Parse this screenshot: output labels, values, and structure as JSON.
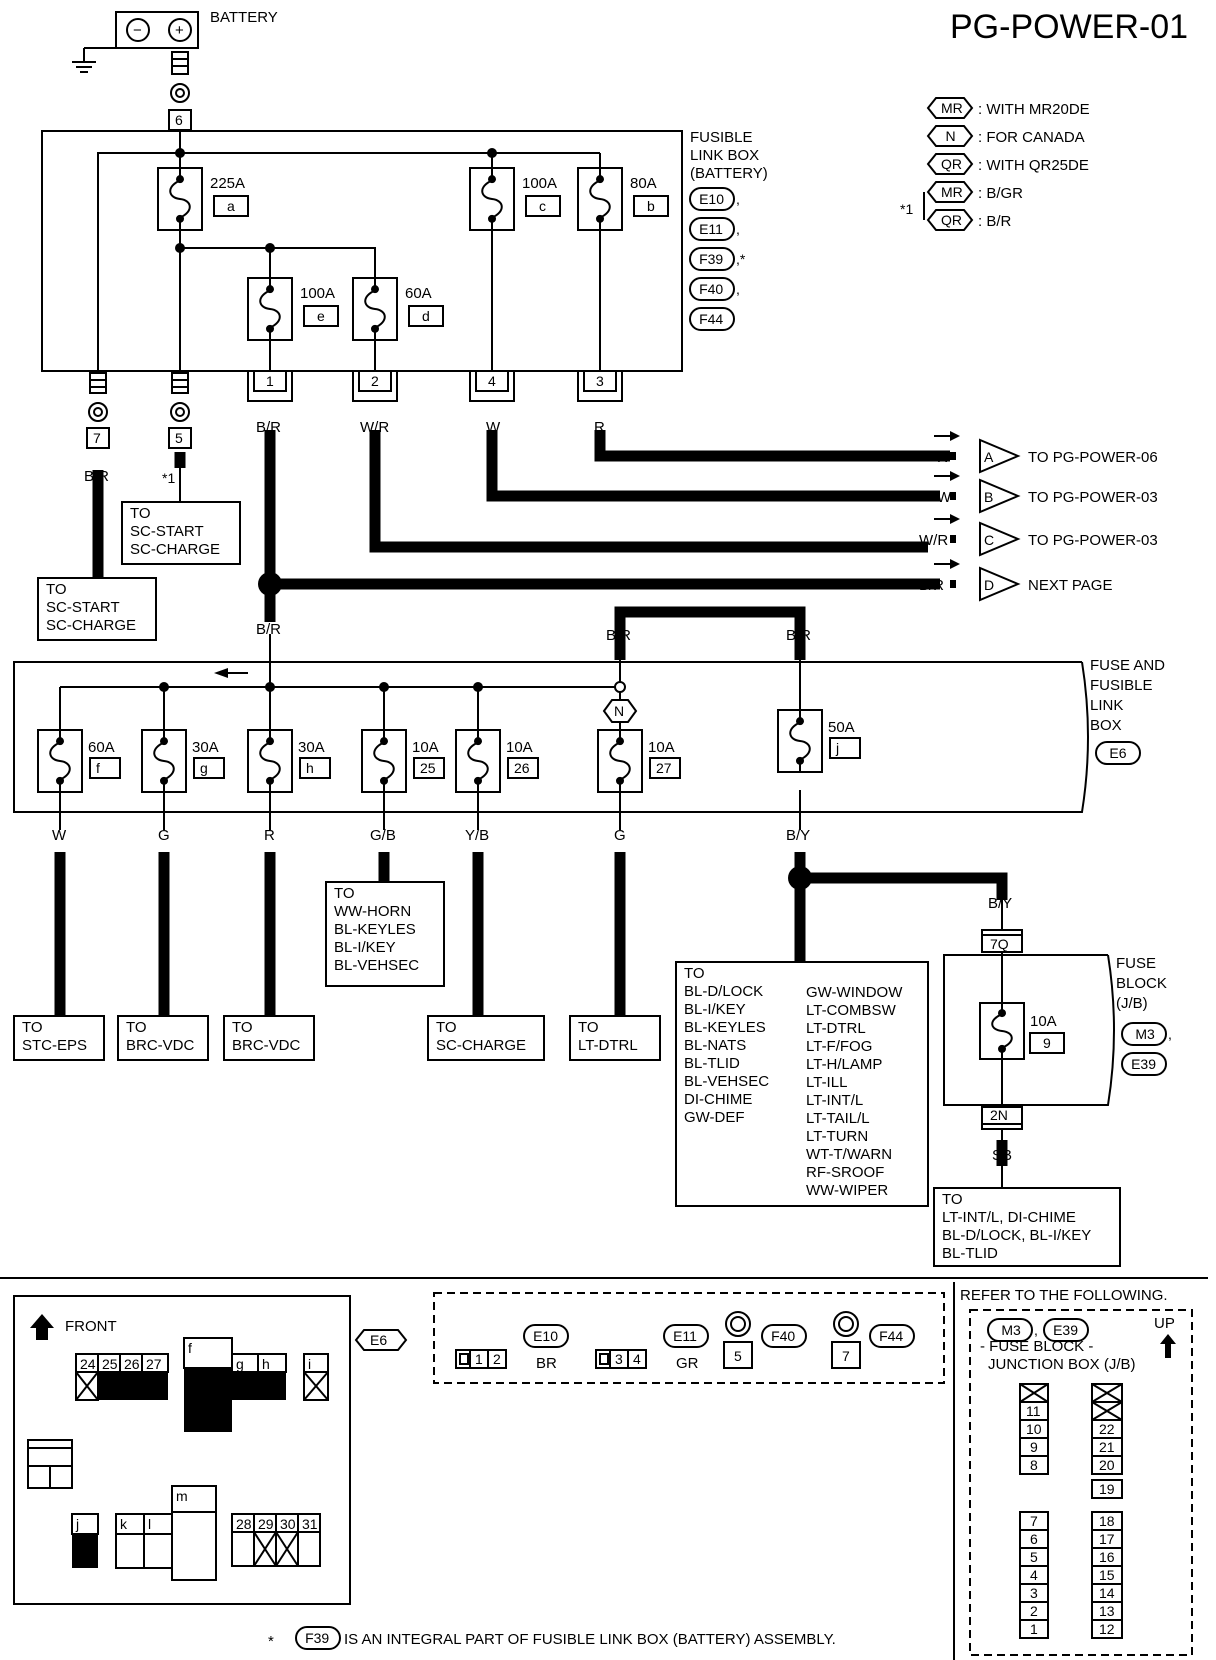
{
  "page_id": "PG-POWER-01",
  "battery": {
    "label": "BATTERY",
    "minus": "−",
    "plus": "+"
  },
  "legend": [
    {
      "code": "MR",
      "text": ": WITH MR20DE"
    },
    {
      "code": "N",
      "text": ": FOR CANADA"
    },
    {
      "code": "QR",
      "text": ": WITH QR25DE"
    },
    {
      "code": "MR",
      "text": ": B/GR"
    },
    {
      "code": "QR",
      "text": ": B/R"
    }
  ],
  "legend_note_mark": "*1",
  "fusible_link_box": {
    "title_lines": [
      "FUSIBLE",
      "LINK BOX",
      "(BATTERY)"
    ],
    "connectors": [
      "E10",
      "E11",
      "F39",
      "F40",
      "F44"
    ],
    "connector_suffixes": [
      ",",
      ",",
      ",*",
      ",",
      ""
    ],
    "fuses": [
      {
        "amps": "225A",
        "id": "a"
      },
      {
        "amps": "100A",
        "id": "c"
      },
      {
        "amps": "80A",
        "id": "b"
      },
      {
        "amps": "100A",
        "id": "e"
      },
      {
        "amps": "60A",
        "id": "d"
      }
    ],
    "terminals": [
      "6",
      "7",
      "5",
      "1",
      "2",
      "4",
      "3"
    ]
  },
  "wire_colors": {
    "t7": "B/R",
    "t1": "B/R",
    "t2": "W/R",
    "t4": "W",
    "t3": "R",
    "junction_below": "B/R",
    "jb_left": "B/R",
    "jb_right": "B/R",
    "f": "W",
    "g": "G",
    "h": "R",
    "f25": "G/B",
    "f26": "Y/B",
    "f27": "G",
    "j": "B/Y",
    "to_fuse_block": "B/Y",
    "fuse_block_out": "SB"
  },
  "note_mark_5": "*1",
  "sc_boxes": [
    {
      "lines": [
        "TO",
        "SC-START",
        "SC-CHARGE"
      ]
    },
    {
      "lines": [
        "TO",
        "SC-START",
        "SC-CHARGE"
      ]
    }
  ],
  "outputs": [
    {
      "wire": "R",
      "letter": "A",
      "text": "TO PG-POWER-06"
    },
    {
      "wire": "W",
      "letter": "B",
      "text": "TO PG-POWER-03"
    },
    {
      "wire": "W/R",
      "letter": "C",
      "text": "TO PG-POWER-03"
    },
    {
      "wire": "B/R",
      "letter": "D",
      "text": "NEXT PAGE"
    }
  ],
  "fuse_and_fusible_link_box": {
    "title_lines": [
      "FUSE AND",
      "FUSIBLE",
      "LINK",
      "BOX"
    ],
    "connector": "E6",
    "canada_mark": "N",
    "fuses": [
      {
        "amps": "60A",
        "id": "f"
      },
      {
        "amps": "30A",
        "id": "g"
      },
      {
        "amps": "30A",
        "id": "h"
      },
      {
        "amps": "10A",
        "id": "25"
      },
      {
        "amps": "10A",
        "id": "26"
      },
      {
        "amps": "10A",
        "id": "27"
      },
      {
        "amps": "50A",
        "id": "j"
      }
    ]
  },
  "destinations": {
    "stc": [
      "TO",
      "STC-EPS"
    ],
    "brc1": [
      "TO",
      "BRC-VDC"
    ],
    "brc2": [
      "TO",
      "BRC-VDC"
    ],
    "ww": [
      "TO",
      "WW-HORN",
      "BL-KEYLES",
      "BL-I/KEY",
      "BL-VEHSEC"
    ],
    "sc": [
      "TO",
      "SC-CHARGE"
    ],
    "lt": [
      "TO",
      "LT-DTRL"
    ],
    "big_left": [
      "TO",
      "BL-D/LOCK",
      "BL-I/KEY",
      "BL-KEYLES",
      "BL-NATS",
      "BL-TLID",
      "BL-VEHSEC",
      "DI-CHIME",
      "GW-DEF"
    ],
    "big_right": [
      "GW-WINDOW",
      "LT-COMBSW",
      "LT-DTRL",
      "LT-F/FOG",
      "LT-H/LAMP",
      "LT-ILL",
      "LT-INT/L",
      "LT-TAIL/L",
      "LT-TURN",
      "WT-T/WARN",
      "RF-SROOF",
      "WW-WIPER"
    ],
    "fuse_block_out": [
      "TO",
      "LT-INT/L, DI-CHIME",
      "BL-D/LOCK, BL-I/KEY",
      "BL-TLID"
    ]
  },
  "fuse_block": {
    "title_lines": [
      "FUSE",
      "BLOCK",
      "(J/B)"
    ],
    "connectors": [
      "M3",
      "E39"
    ],
    "connector_suffixes": [
      ",",
      ""
    ],
    "fuse": {
      "amps": "10A",
      "id": "9"
    },
    "term_in": "7Q",
    "term_out": "2N"
  },
  "bottom_e6": {
    "front": "FRONT",
    "connector": "E6",
    "top_row": [
      "24",
      "25",
      "26",
      "27"
    ],
    "letters": [
      "f",
      "g",
      "h",
      "i"
    ],
    "lower_letters": [
      "j",
      "k",
      "l",
      "m"
    ],
    "bottom_row": [
      "28",
      "29",
      "30",
      "31"
    ]
  },
  "bottom_connectors": [
    {
      "code": "E10",
      "pins": [
        "1",
        "2"
      ],
      "color": "BR"
    },
    {
      "code": "E11",
      "pins": [
        "3",
        "4"
      ],
      "color": "GR"
    },
    {
      "code": "F40",
      "pin": "5"
    },
    {
      "code": "F44",
      "pin": "7"
    }
  ],
  "refer": {
    "title": "REFER TO THE FOLLOWING.",
    "connectors": [
      "M3",
      "E39"
    ],
    "up": "UP",
    "lines": [
      "- FUSE BLOCK -",
      "JUNCTION BOX (J/B)"
    ],
    "left_top": [
      "11",
      "10",
      "9",
      "8"
    ],
    "left_bottom": [
      "7",
      "6",
      "5",
      "4",
      "3",
      "2",
      "1"
    ],
    "right_top": [
      "22",
      "21",
      "20"
    ],
    "right_mid": "19",
    "right_bottom": [
      "18",
      "17",
      "16",
      "15",
      "14",
      "13",
      "12"
    ]
  },
  "footnote": {
    "mark": "*",
    "connector": "F39",
    "text": "IS AN INTEGRAL PART OF FUSIBLE LINK BOX (BATTERY) ASSEMBLY."
  }
}
